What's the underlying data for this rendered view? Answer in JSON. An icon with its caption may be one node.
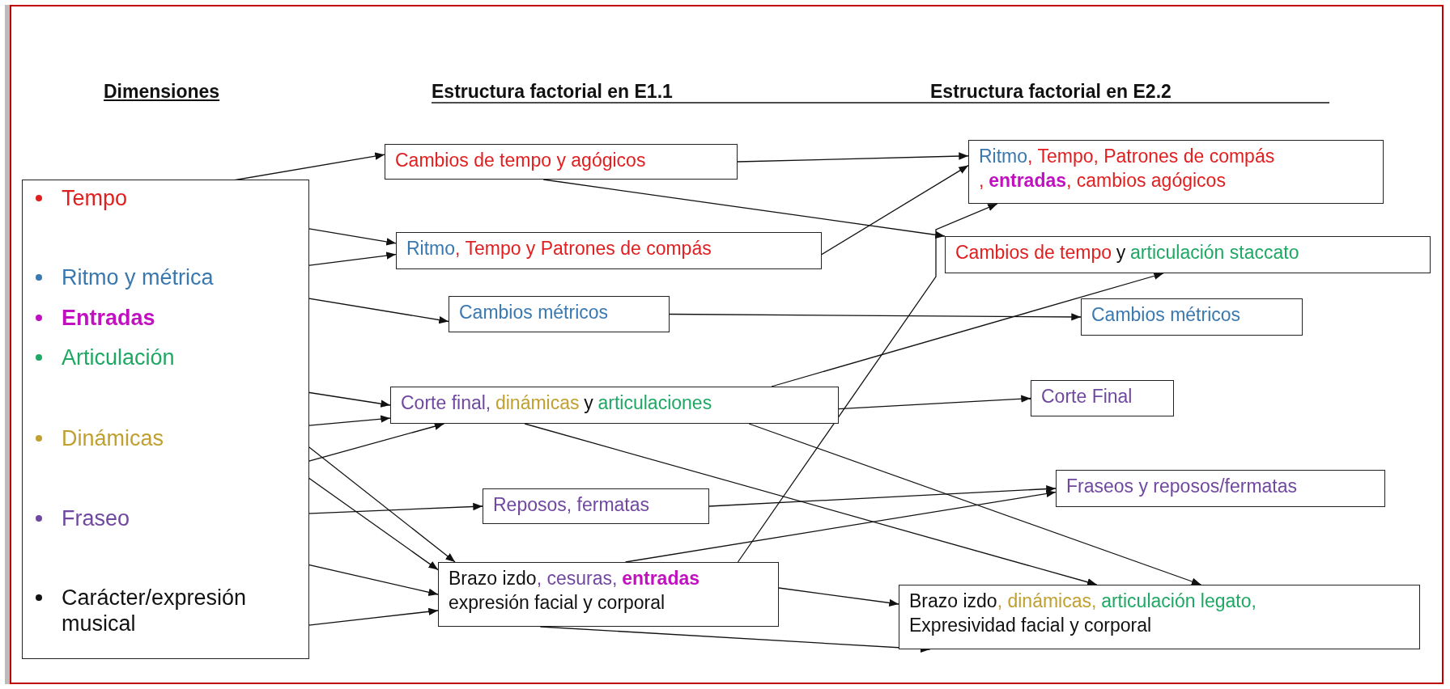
{
  "diagram": {
    "nodes": [
      {
        "text": [],
        "shape": "box"
      },
      {
        "text": [
          "Tempo"
        ],
        "in": 0
      },
      {
        "text": [
          "Ritmo y métrica"
        ],
        "in": 0
      },
      {
        "text": [
          "Entradas"
        ],
        "in": 0
      },
      {
        "text": [
          "Articulación"
        ],
        "in": 0
      },
      {
        "text": [
          "Dinámicas"
        ],
        "in": 0
      },
      {
        "text": [
          "Fraseo"
        ],
        "in": 0
      },
      {
        "text": [
          "Carácter/expresión musical"
        ],
        "in": 0
      },
      {
        "text": [
          "Cambios de tempo y agógicos"
        ]
      },
      {
        "text": [
          "Ritmo",
          ", Tempo y Patrones de compás"
        ]
      },
      {
        "text": [
          "Cambios métricos"
        ]
      },
      {
        "text": [
          "Corte final,",
          "dinámicas",
          "y",
          "articulaciones"
        ]
      },
      {
        "text": [
          "Reposos, fermatas"
        ]
      },
      {
        "text": [
          "Brazo izdo",
          ", cesuras,",
          "entradas",
          "expresión facial y corporal"
        ]
      },
      {
        "text": [
          "Ritmo",
          ", Tempo, Patrones de compás",
          ",",
          "entradas",
          ", cambios agógicos"
        ]
      },
      {
        "text": [
          "Cambios de tempo",
          "y",
          "articulación staccato"
        ]
      },
      {
        "text": [
          "Cambios métricos"
        ]
      },
      {
        "text": [
          "Corte Final"
        ]
      },
      {
        "text": [
          "Fraseos y reposos/fermatas"
        ]
      },
      {
        "text": [
          "Brazo izdo",
          ", dinámicas,",
          "articulación legato,",
          "Expresividad facial y corporal"
        ]
      }
    ],
    "edges": [
      {
        "from": 1,
        "to": 8,
        "arrow": "to"
      },
      {
        "from": 1,
        "to": 9,
        "arrow": "to"
      },
      {
        "from": 2,
        "to": 9,
        "arrow": "to"
      },
      {
        "from": 2,
        "to": 10,
        "arrow": "to"
      },
      {
        "from": 3,
        "to": 13,
        "arrow": "to"
      },
      {
        "from": 4,
        "to": 13,
        "arrow": "to"
      },
      {
        "from": 4,
        "to": 11,
        "arrow": "to"
      },
      {
        "from": 5,
        "to": 11,
        "arrow": "to"
      },
      {
        "from": 6,
        "to": 11,
        "arrow": "to"
      },
      {
        "from": 6,
        "to": 12,
        "arrow": "to"
      },
      {
        "from": 6,
        "to": 13,
        "arrow": "to"
      },
      {
        "from": 7,
        "to": 13,
        "arrow": "to"
      },
      {
        "from": 8,
        "to": 14,
        "arrow": "to"
      },
      {
        "from": 8,
        "to": 15,
        "arrow": "to"
      },
      {
        "from": 9,
        "to": 14,
        "arrow": "to"
      },
      {
        "from": 10,
        "to": 16,
        "arrow": "to"
      },
      {
        "from": 11,
        "to": 15,
        "arrow": "to"
      },
      {
        "from": 11,
        "to": 17,
        "arrow": "to"
      },
      {
        "from": 11,
        "to": 19,
        "arrow": "to"
      },
      {
        "from": 11,
        "to": 19,
        "arrow": "to"
      },
      {
        "from": 12,
        "to": 18,
        "arrow": "to"
      },
      {
        "from": 13,
        "to": 18,
        "arrow": "to"
      },
      {
        "from": 13,
        "to": 14,
        "arrow": "to"
      },
      {
        "from": 13,
        "to": 19,
        "arrow": "to"
      },
      {
        "from": 13,
        "to": 19,
        "arrow": "to"
      }
    ],
    "labels": [
      "Dimensiones",
      "Estructura factorial en E1.1",
      "Estructura factorial en E2.2"
    ]
  }
}
